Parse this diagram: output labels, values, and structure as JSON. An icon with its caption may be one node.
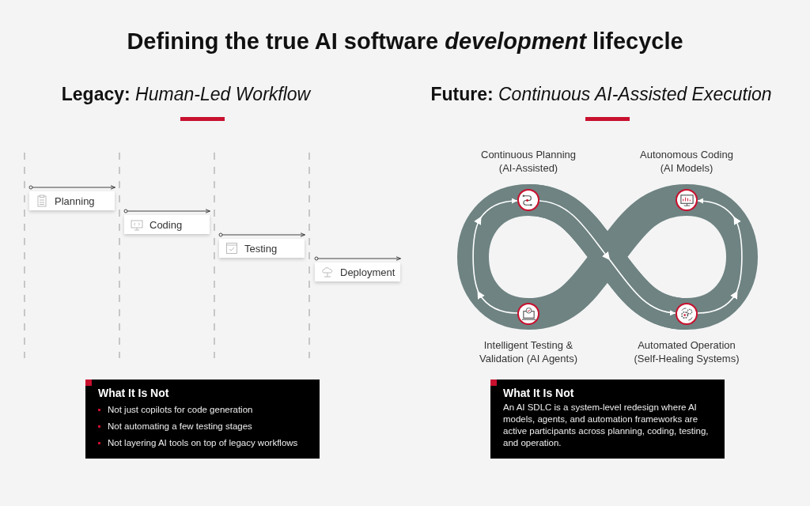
{
  "diagram": {
    "title": "Defining the true AI software *development* lifecycle",
    "nodes": [
      {
        "text": [
          "Planning"
        ]
      },
      {
        "text": [
          "Coding"
        ]
      },
      {
        "text": [
          "Testing"
        ]
      },
      {
        "text": [
          "Deployment"
        ]
      },
      {
        "text": [
          "Continuous Planning (AI-Assisted)"
        ]
      },
      {
        "text": [
          "Autonomous Coding (AI Models)"
        ]
      },
      {
        "text": [
          "Intelligent Testing & Validation (AI Agents)"
        ]
      },
      {
        "text": [
          "Automated Operation (Self-Healing Systems)"
        ]
      },
      {
        "text": [
          "What It Is Not",
          "Not just copilots for code generation",
          "Not automating a few testing stages",
          "Not layering AI tools on top of legacy workflows"
        ]
      },
      {
        "text": [
          "What It Is Not",
          "An AI SDLC is a system-level redesign where AI models, agents, and automation frameworks are active participants across planning, coding, testing, and operation."
        ]
      }
    ],
    "edges": [
      {
        "from": 4,
        "to": 7,
        "arrow": "to"
      },
      {
        "from": 7,
        "to": 5,
        "arrow": "to"
      },
      {
        "from": 6,
        "to": 4,
        "arrow": "to"
      }
    ],
    "labels": [
      "**Legacy:** *Human-Led Workflow*",
      "**Future:** *Continuous AI-Assisted Execution*"
    ]
  }
}
